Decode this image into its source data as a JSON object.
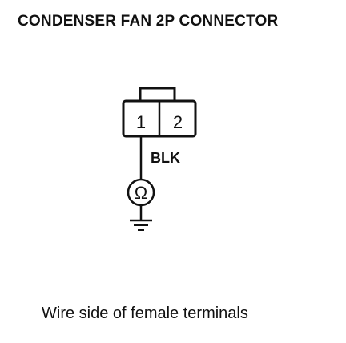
{
  "title": "CONDENSER FAN 2P CONNECTOR",
  "connector": {
    "pin_1": "1",
    "pin_2": "2"
  },
  "wire_color": "BLK",
  "meter_symbol": "Ω",
  "caption": "Wire side of female terminals"
}
